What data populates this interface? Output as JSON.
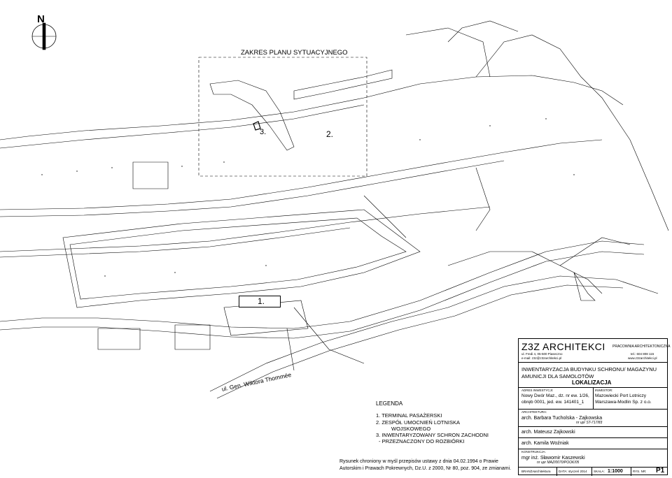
{
  "plan": {
    "north": "N",
    "zakres": "ZAKRES PLANU SYTUACYJNEGO",
    "label_1": "1.",
    "label_2": "2.",
    "label_3": "3.",
    "street": "ul. Gen. Wiktora Thommée"
  },
  "legend": {
    "title": "LEGENDA",
    "items": [
      "1. TERMINAL PASAŻERSKI",
      "2. ZESPÓŁ UMOCNIEŃ LOTNISKA",
      "WOJSKOWEGO",
      "3. INWENTARYZOWANY SCHRON ZACHODNI",
      "- PRZEZNACZONY DO ROZBIÓRKI"
    ],
    "note_line1": "Rysunek chroniony w myśl przepisów ustawy z dnia 04.02.1994 o Prawie",
    "note_line2": "Autorskim i Prawach Pokrewnych, Dz.U. z 2000, Nr 80, poz. 904, ze zmianami."
  },
  "title_block": {
    "firm": "Z3Z ARCHITEKCI",
    "firm_type": "PRACOWNIA ARCHITEKTONICZNA",
    "address": "ul. Fredi 4, 05-500 Piaseczno",
    "email": "e-mail: z3z@z3zarchitekci.pl",
    "tel": "tel.: 604 808 115",
    "www": "www.z3zarchitekci.pl",
    "project_line1": "INWENTARYZACJA BUDYNKU SCHRONU/ MAGAZYNU",
    "project_line2": "AMUNICJI DLA SAMOLOTÓW",
    "sheet_title": "LOKALIZACJA",
    "address_label": "ADRES INWESTYCJI:",
    "address_line1": "Nowy Dwór Maz., dz. nr ew. 1/26,",
    "address_line2": "obręb 0001, jed. ew. 141401_1",
    "investor_label": "INWESTOR:",
    "investor_line1": "Mazowiecki Port Lotniczy",
    "investor_line2": "Warszawa-Modlin Sp. z o.o.",
    "architecture_label": "ARCHITEKTURA:",
    "arch1": "arch. Barbara Tucholska - Zajkowska",
    "arch1_license": "nr upr ST-717/83",
    "arch2": "arch. Mateusz Zajkowski",
    "arch3": "arch. Kamila Woźniak",
    "construction_label": "KONSTRUKCJA:",
    "eng": "mgr inż. Sławomir Kaszewski",
    "eng_license": "nr upr MAZ/0070/POOK/05",
    "branch_label": "BRANŻA:",
    "branch": "architektura",
    "date_label": "DATA:",
    "date": "styczeń 2014",
    "scale_label": "SKALA:",
    "scale": "1:1000",
    "sheet_no_label": "RYS. NR:",
    "sheet_no": "P1"
  }
}
